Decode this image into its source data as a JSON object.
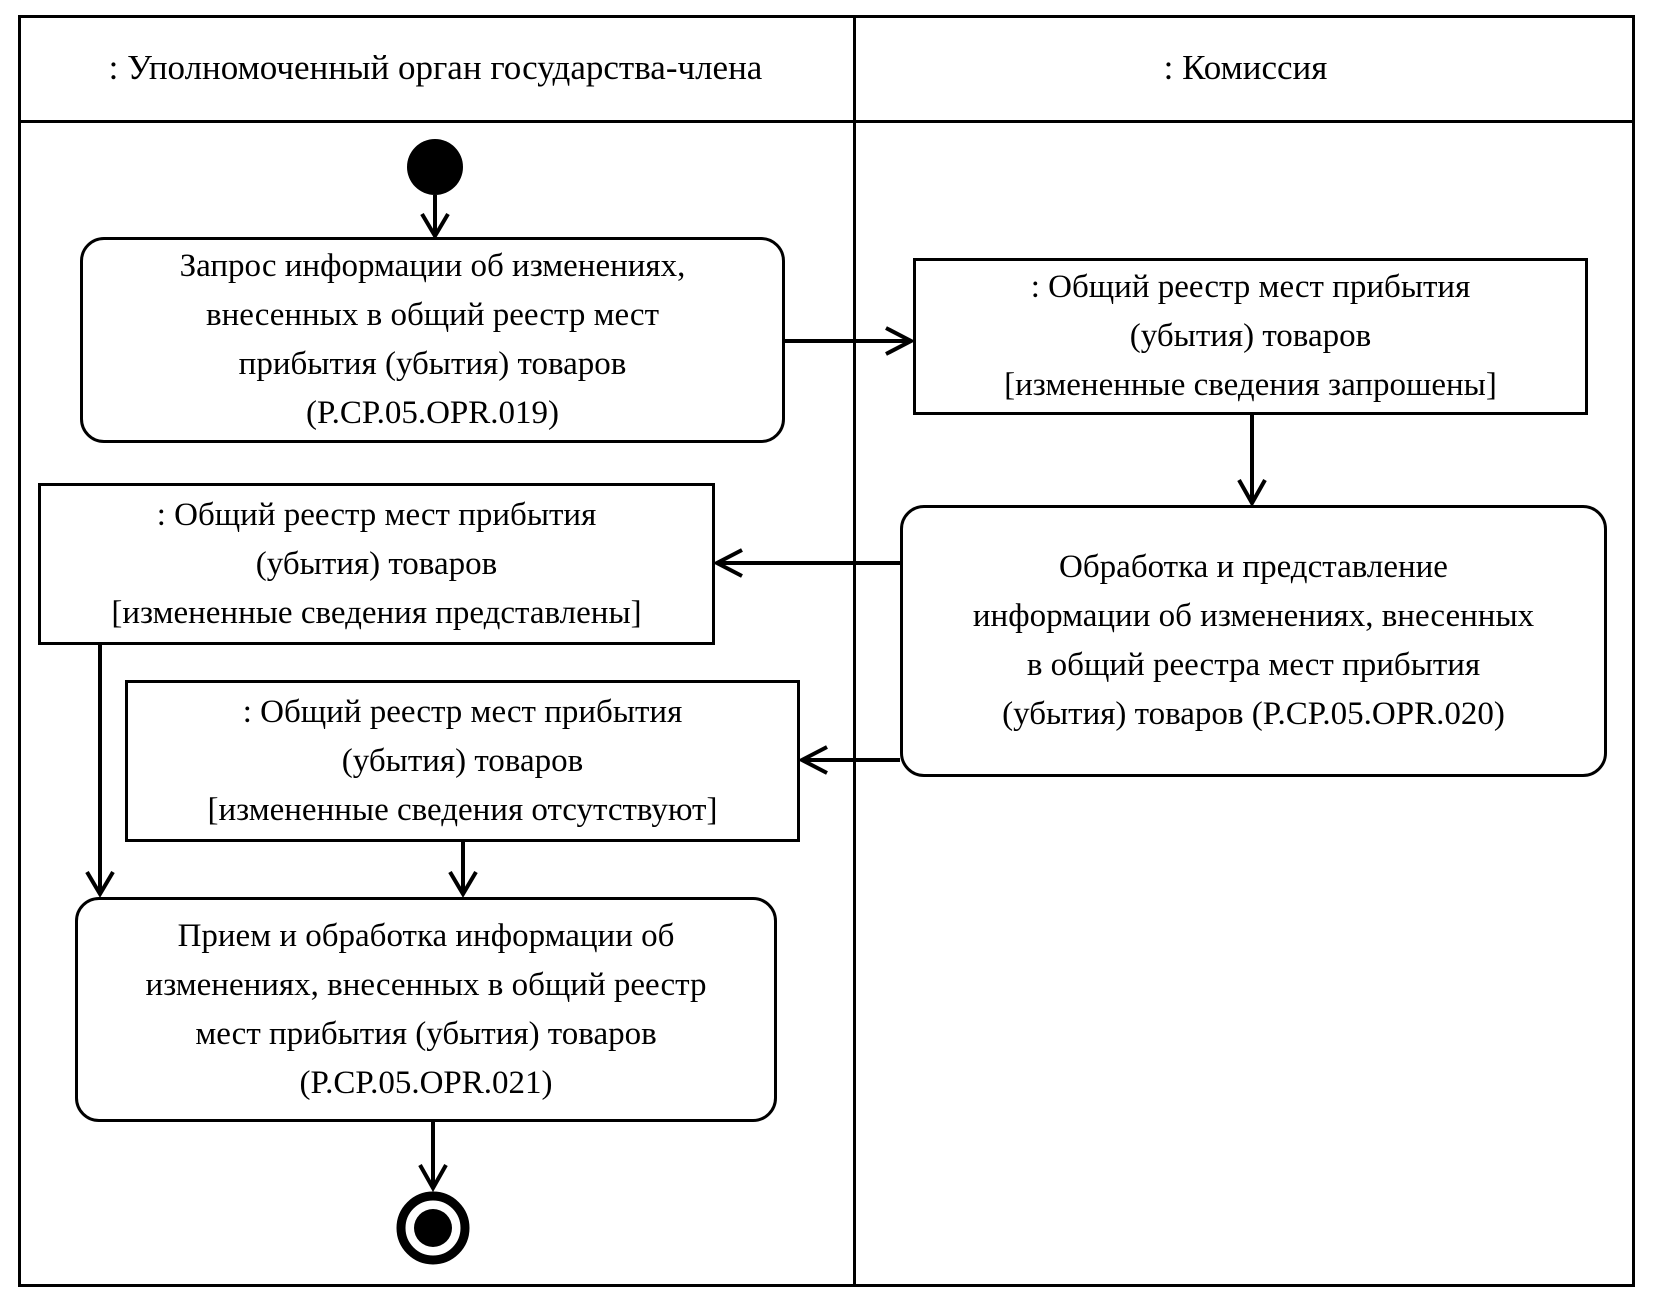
{
  "diagram": {
    "type": "uml-activity-swimlane",
    "colors": {
      "line": "#000000",
      "background": "#ffffff",
      "text": "#000000"
    },
    "lanes": [
      {
        "label": ": Уполномоченный орган государства-члена"
      },
      {
        "label": ": Комиссия"
      }
    ],
    "nodes": {
      "start": {
        "type": "initial-node"
      },
      "activity_request": {
        "type": "activity",
        "lane": 0,
        "text": "Запрос информации об изменениях,\nвнесенных в общий реестр мест\nприбытия (убытия) товаров\n(P.CP.05.OPR.019)"
      },
      "object_requested": {
        "type": "object",
        "lane": 1,
        "text": ": Общий реестр мест прибытия\n(убытия) товаров\n[измененные сведения запрошены]"
      },
      "activity_process": {
        "type": "activity",
        "lane": 1,
        "text": "Обработка и представление\nинформации об изменениях, внесенных\nв общий реестра мест прибытия\n(убытия) товаров (P.CP.05.OPR.020)"
      },
      "object_provided": {
        "type": "object",
        "lane": 0,
        "text": ": Общий реестр мест прибытия\n(убытия) товаров\n[измененные сведения представлены]"
      },
      "object_absent": {
        "type": "object",
        "lane": 0,
        "text": ": Общий реестр мест прибытия\n(убытия) товаров\n[измененные сведения отсутствуют]"
      },
      "activity_receive": {
        "type": "activity",
        "lane": 0,
        "text": "Прием и обработка информации об\nизменениях, внесенных в общий реестр\nмест прибытия (убытия) товаров\n(P.CP.05.OPR.021)"
      },
      "end": {
        "type": "final-node"
      }
    },
    "edges": [
      {
        "from": "start",
        "to": "activity_request"
      },
      {
        "from": "activity_request",
        "to": "object_requested"
      },
      {
        "from": "object_requested",
        "to": "activity_process"
      },
      {
        "from": "activity_process",
        "to": "object_provided"
      },
      {
        "from": "activity_process",
        "to": "object_absent"
      },
      {
        "from": "object_provided",
        "to": "activity_receive"
      },
      {
        "from": "object_absent",
        "to": "activity_receive"
      },
      {
        "from": "activity_receive",
        "to": "end"
      }
    ]
  }
}
